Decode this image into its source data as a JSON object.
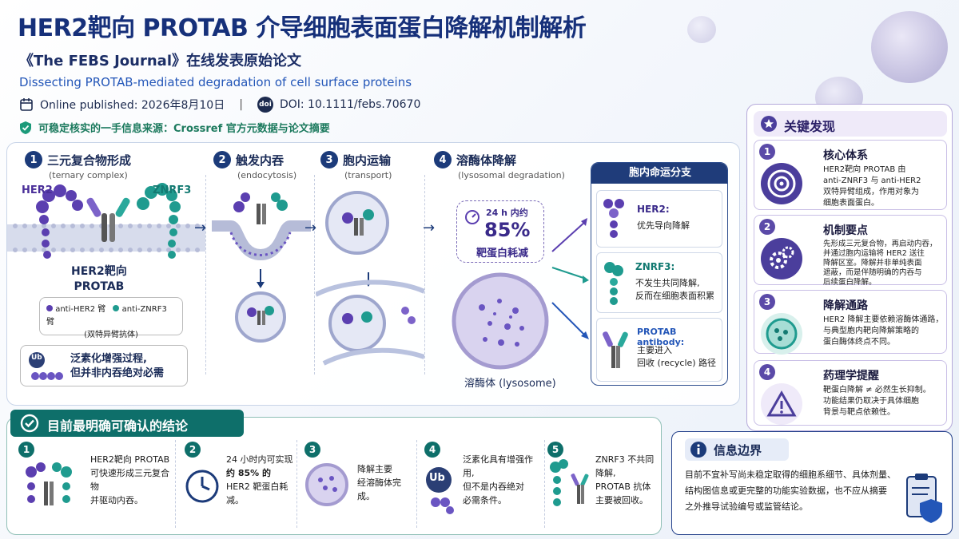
{
  "header": {
    "title": "HER2靶向 PROTAB 介导细胞表面蛋白降解机制解析",
    "subtitle": "《The FEBS Journal》在线发表原始论文",
    "english_title": "Dissecting PROTAB-mediated degradation of cell surface proteins",
    "published": "Online published: 2026年8月10日",
    "separator": "|",
    "doi_badge": "doi",
    "doi": "DOI: 10.1111/febs.70670",
    "verify": "可稳定核实的一手信息来源：Crossref 官方元数据与论文摘要"
  },
  "steps": [
    {
      "num": "1",
      "title": "三元复合物形成",
      "sub": "(ternary complex)"
    },
    {
      "num": "2",
      "title": "触发内吞",
      "sub": "(endocytosis)"
    },
    {
      "num": "3",
      "title": "胞内运输",
      "sub": "(transport)"
    },
    {
      "num": "4",
      "title": "溶酶体降解",
      "sub": "(lysosomal degradation)"
    }
  ],
  "step1": {
    "her2_label": "HER2",
    "znrf3_label": "ZNRF3",
    "protab_line1": "HER2靶向",
    "protab_line2": "PROTAB",
    "legend_her2": "anti-HER2 臂",
    "legend_znrf3": "anti-ZNRF3 臂",
    "legend_note": "(双特异臂抗体)",
    "ub_badge": "Ub",
    "ub_line1": "泛素化增强过程,",
    "ub_line2": "但并非内吞绝对必需"
  },
  "step4": {
    "bubble_time": "24 h 内约",
    "bubble_value": "85%",
    "bubble_label": "靶蛋白耗减",
    "lysosome_label": "溶酶体 (lysosome)"
  },
  "fate": {
    "title": "胞内命运分支",
    "items": [
      {
        "title": "HER2:",
        "text1": "优先导向降解",
        "text2": ""
      },
      {
        "title": "ZNRF3:",
        "text1": "不发生共同降解,",
        "text2": "反而在细胞表面积累"
      },
      {
        "title": "PROTAB antibody:",
        "text1": "主要进入",
        "text2": "回收 (recycle) 路径"
      }
    ]
  },
  "findings": {
    "title": "关键发现",
    "items": [
      {
        "num": "1",
        "title": "核心体系",
        "lines": [
          "HER2靶向 PROTAB 由",
          "anti-ZNRF3 与 anti-HER2",
          "双特异臂组成，作用对象为",
          "细胞表面蛋白。"
        ]
      },
      {
        "num": "2",
        "title": "机制要点",
        "lines": [
          "先形成三元复合物，再启动内吞，",
          "并通过胞内运输将 HER2 送往",
          "降解区室。降解并非单纯表面",
          "遮蔽，而是伴随明确的内吞与",
          "后续蛋白降解。"
        ]
      },
      {
        "num": "3",
        "title": "降解通路",
        "lines": [
          "HER2 降解主要依赖溶酶体通路，",
          "与典型胞内靶向降解策略的",
          "蛋白酶体终点不同。"
        ]
      },
      {
        "num": "4",
        "title": "药理学提醒",
        "lines": [
          "靶蛋白降解 ≠ 必然生长抑制。",
          "功能结果仍取决于具体细胞",
          "背景与靶点依赖性。"
        ]
      }
    ]
  },
  "conclusions": {
    "title": "目前最明确可确认的结论",
    "items": [
      {
        "num": "1",
        "lines": [
          "HER2靶向 PROTAB",
          "可快速形成三元复合物",
          "并驱动内吞。"
        ]
      },
      {
        "num": "2",
        "lines": [
          "24 小时内可实现",
          "约 85% 的",
          "HER2 靶蛋白耗减。"
        ]
      },
      {
        "num": "3",
        "lines": [
          "降解主要",
          "经溶酶体完成。"
        ]
      },
      {
        "num": "4",
        "badge": "Ub",
        "lines": [
          "泛素化具有增强作用,",
          "但不是内吞绝对",
          "必需条件。"
        ]
      },
      {
        "num": "5",
        "lines": [
          "ZNRF3 不共同降解,",
          "PROTAB 抗体",
          "主要被回收。"
        ]
      }
    ]
  },
  "info": {
    "title": "信息边界",
    "lines": [
      "目前不宜补写尚未稳定取得的细胞系细节、具体剂量、",
      "结构图信息或更完整的功能实验数据，也不应从摘要",
      "之外推导试验编号或监管结论。"
    ]
  },
  "colors": {
    "her2": "#5b3fb0",
    "znrf3": "#1f9b8f",
    "navy": "#1c3b7a",
    "teal": "#0e6f6a"
  }
}
